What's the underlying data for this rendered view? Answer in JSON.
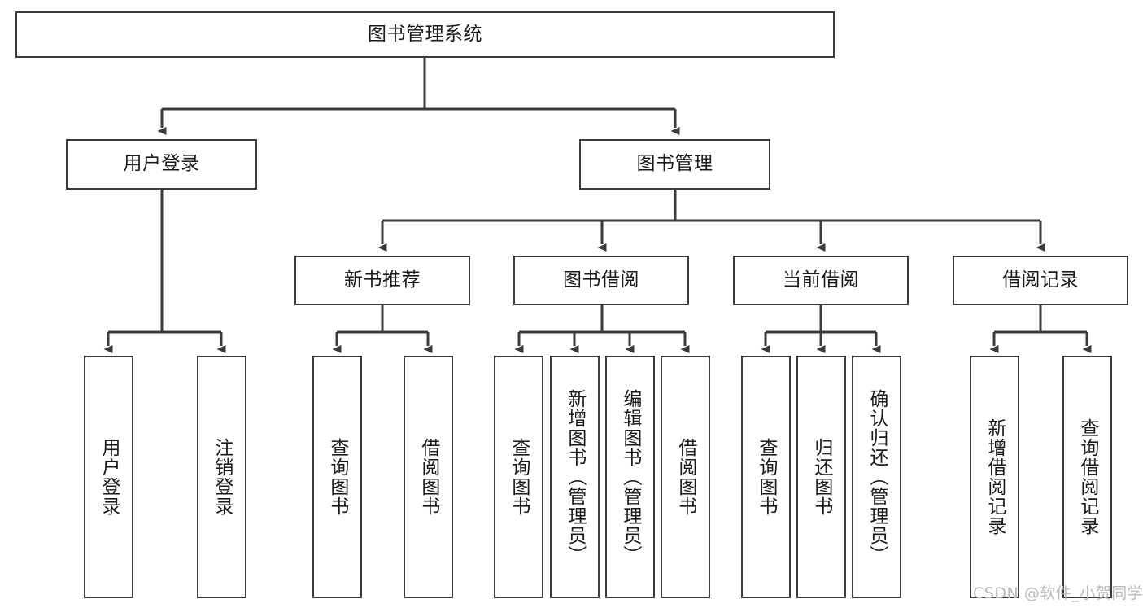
{
  "diagram": {
    "type": "tree-hierarchy-chart",
    "title": "图书管理系统",
    "root": {
      "id": "root",
      "label": "图书管理系统"
    },
    "level2": [
      {
        "id": "user-login",
        "label": "用户登录"
      },
      {
        "id": "book-manage",
        "label": "图书管理"
      }
    ],
    "level3": [
      {
        "id": "new-book-rec",
        "label": "新书推荐",
        "parent": "book-manage"
      },
      {
        "id": "book-borrow",
        "label": "图书借阅",
        "parent": "book-manage"
      },
      {
        "id": "current-borrow",
        "label": "当前借阅",
        "parent": "book-manage"
      },
      {
        "id": "borrow-record",
        "label": "借阅记录",
        "parent": "book-manage"
      }
    ],
    "leaves": [
      {
        "id": "leaf-user-login",
        "label": "用户登录",
        "parent": "user-login"
      },
      {
        "id": "leaf-user-logout",
        "label": "注销登录",
        "parent": "user-login"
      },
      {
        "id": "leaf-query-book-1",
        "label": "查询图书",
        "parent": "new-book-rec"
      },
      {
        "id": "leaf-borrow-book-1",
        "label": "借阅图书",
        "parent": "new-book-rec"
      },
      {
        "id": "leaf-query-book-2",
        "label": "查询图书",
        "parent": "book-borrow"
      },
      {
        "id": "leaf-add-book",
        "label": "新增图书（管理员）",
        "parent": "book-borrow"
      },
      {
        "id": "leaf-edit-book",
        "label": "编辑图书（管理员）",
        "parent": "book-borrow"
      },
      {
        "id": "leaf-borrow-book-2",
        "label": "借阅图书",
        "parent": "book-borrow"
      },
      {
        "id": "leaf-query-book-3",
        "label": "查询图书",
        "parent": "current-borrow"
      },
      {
        "id": "leaf-return-book",
        "label": "归还图书",
        "parent": "current-borrow"
      },
      {
        "id": "leaf-confirm-return",
        "label": "确认归还（管理员）",
        "parent": "current-borrow"
      },
      {
        "id": "leaf-add-record",
        "label": "新增借阅记录",
        "parent": "borrow-record"
      },
      {
        "id": "leaf-query-record",
        "label": "查询借阅记录",
        "parent": "borrow-record"
      }
    ],
    "colors": {
      "border": "#3b3b3b",
      "background": "#ffffff",
      "text": "#1a1a1a",
      "watermark": "#b9b9b9"
    }
  },
  "watermark": {
    "text": "CSDN @软件_小贺同学"
  }
}
